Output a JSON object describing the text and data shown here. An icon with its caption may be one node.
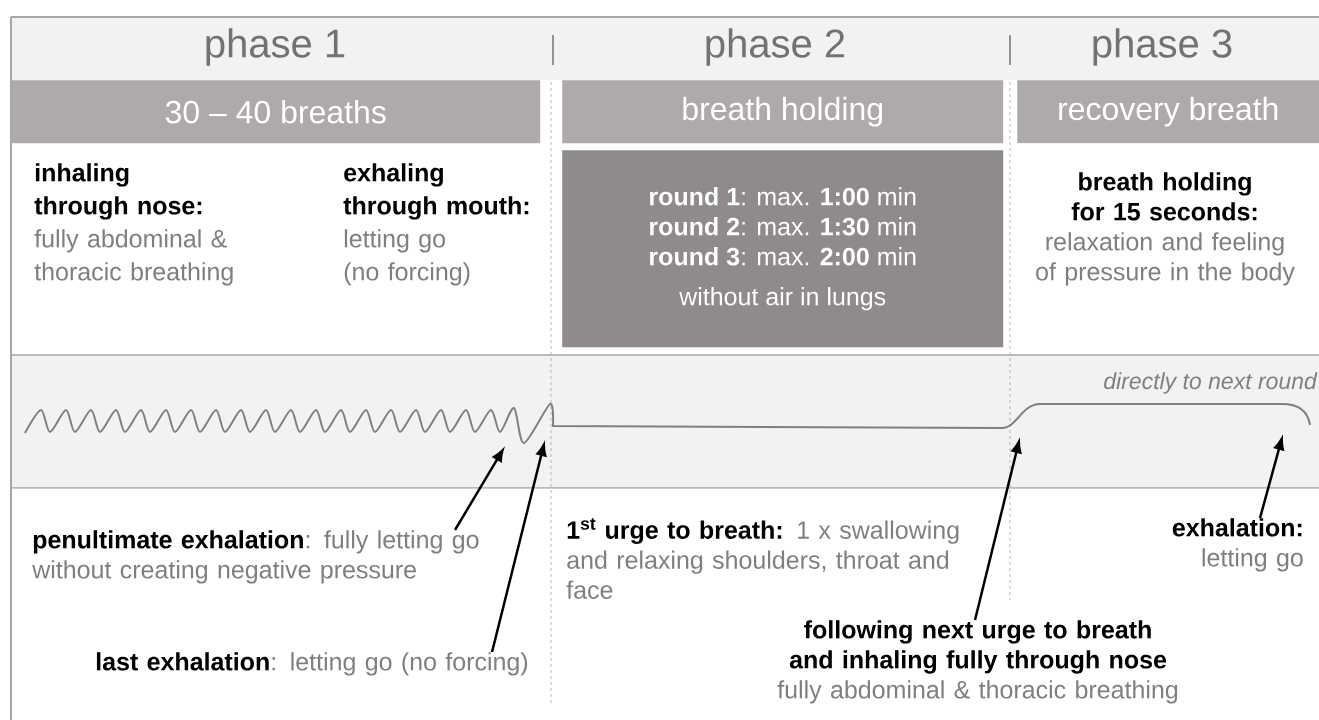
{
  "diagram": {
    "nodes": [
      {
        "text": [
          "30 – 40 breaths"
        ],
        "beside": [
          "phase 1"
        ]
      },
      {
        "text": [
          "breath holding"
        ],
        "beside": [
          "phase 2"
        ]
      },
      {
        "text": [
          "recovery breath"
        ],
        "beside": [
          "phase 3"
        ]
      },
      {
        "text": [
          "**round 1**: max. **1:00** min",
          "**round 2**: max. **1:30** min",
          "**round 3**: max. **2:00** min",
          "without air in lungs"
        ]
      },
      {
        "text": [
          "**penultimate exhalation**: fully letting go without creating negative pressure"
        ]
      },
      {
        "text": [
          "**last exhalation**: letting go (no forcing)"
        ]
      },
      {
        "text": [
          "following next urge to breath and inhaling fully through nose",
          "fully abdominal & thoracic breathing"
        ]
      },
      {
        "text": [
          "exhalation:",
          "letting go"
        ]
      },
      {
        "text": [],
        "shape": "curve"
      }
    ],
    "edges": [
      {
        "from": 4,
        "to": 8,
        "arrow": "to"
      },
      {
        "from": 5,
        "to": 8,
        "arrow": "to"
      },
      {
        "from": 6,
        "to": 8,
        "arrow": "to"
      },
      {
        "from": 7,
        "to": 8,
        "arrow": "to"
      }
    ],
    "labels": [
      "inhaling through nose:",
      "fully abdominal & thoracic breathing",
      "exhaling through mouth:",
      "letting go (no forcing)",
      "breath holding for 15 seconds:",
      "relaxation and feeling of pressure in the body",
      "directly to next round",
      "\\mathbf{1}^{\\mathbf{st}}",
      "**urge to breath:** 1 x swallowing and relaxing shoulders, throat and face"
    ]
  }
}
